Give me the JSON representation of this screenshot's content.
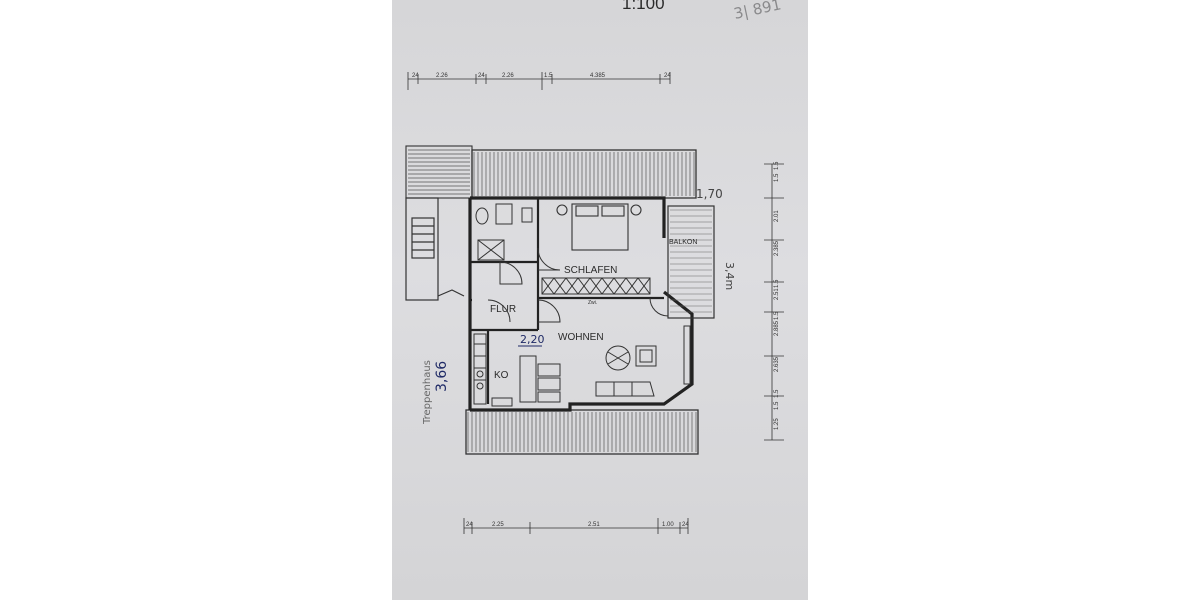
{
  "scale": "1:100",
  "handwritten_top_right": "3| 891",
  "rooms": {
    "schlafen": "SCHLAFEN",
    "wohnen": "WOHNEN",
    "flur": "FLUR",
    "ko": "KO",
    "balkon": "BALKON"
  },
  "annotations": {
    "treppenhaus": "Treppenhaus",
    "hand_366": "3,66",
    "hand_220": "2,20",
    "hand_170": "1,70",
    "hand_34m": "3,4m",
    "closet_label": "Zwi."
  },
  "dimensions_top": [
    "24",
    "2.26",
    "24",
    "2.26",
    "1.5",
    "4.385",
    "24"
  ],
  "dimensions_bottom": [
    "24",
    "2.25",
    "2.51",
    "1.00",
    "24"
  ],
  "dimensions_right": [
    "1.5",
    "1.5",
    "2.01",
    "2.385",
    "1.5",
    "2.51",
    "1.5",
    "2.885",
    "2.635",
    "1.5",
    "1.5",
    "1.25"
  ],
  "colors": {
    "paper": "#d9d9db",
    "ink": "#2a2a2a",
    "blue_ink": "#1f2a66"
  }
}
